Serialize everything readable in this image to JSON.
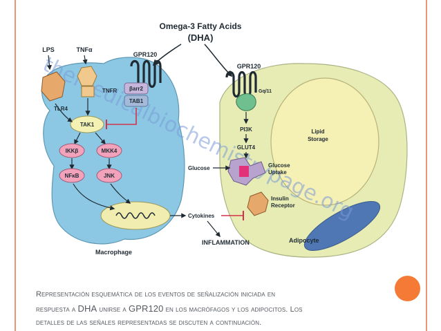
{
  "diagram": {
    "source_title": "Omega-3 Fatty Acids",
    "source_abbrev": "(DHA)",
    "macrophage": {
      "receptor": "GPR120",
      "ligands": [
        "LPS",
        "TNFα"
      ],
      "tnfr": "TNFR",
      "tlr4": "TLR4",
      "barr2": "βarr2",
      "tab1": "TAB1",
      "tak1": "TAK1",
      "ikkb": "IKKβ",
      "mkk4": "MKK4",
      "nfkb": "NFκB",
      "jnk": "JNK",
      "cell_label": "Macrophage"
    },
    "adipocyte": {
      "receptor": "GPR120",
      "g_protein": "Gq/11",
      "pi3k": "PI3K",
      "glut4": "GLUT4",
      "glucose": "Glucose",
      "glucose_uptake_1": "Glucose",
      "glucose_uptake_2": "Uptake",
      "lipid_1": "Lipid",
      "lipid_2": "Storage",
      "insulin_1": "Insulin",
      "insulin_2": "Receptor",
      "cell_label": "Adipocyte"
    },
    "cytokines": "Cytokines",
    "inflammation": "INFLAMMATION",
    "watermark": "themedicalbiochemistrypage.org"
  },
  "caption": {
    "p1": "Representación esquemática de los eventos de señalización iniciada en",
    "p2a": "respuesta a ",
    "p2b": "DHA",
    "p2c": " unirse a ",
    "p2d": "GPR120",
    "p2e": " en los macrófagos y los adipocitos. Los",
    "p3": "detalles de las señales representadas se discuten a continuación."
  },
  "colors": {
    "accent": "#f47a35",
    "border": "#e8957a",
    "macrophage_fill": "#8cc8e4",
    "adipocyte_fill": "#e6ecb4",
    "lipid_fill": "#f5f0b4",
    "node_fill": "#f3f1b3",
    "ikk_fill": "#f2a2ba",
    "inflammation_fill": "#e23a3a"
  }
}
